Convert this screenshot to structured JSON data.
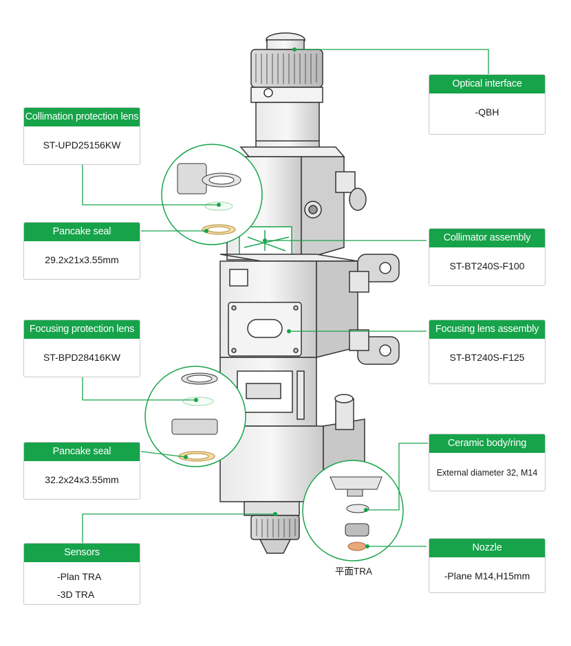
{
  "callouts": {
    "optical": {
      "title": "Optical interface",
      "lines": [
        "-QBH"
      ]
    },
    "collimation_lens": {
      "title": "Collimation protection lens",
      "lines": [
        "ST-UPD25156KW"
      ]
    },
    "pancake_seal_1": {
      "title": "Pancake seal",
      "lines": [
        "29.2x21x3.55mm"
      ]
    },
    "collimator": {
      "title": "Collimator assembly",
      "lines": [
        "ST-BT240S-F100"
      ]
    },
    "focusing_lens": {
      "title": "Focusing protection lens",
      "lines": [
        "ST-BPD28416KW"
      ]
    },
    "focusing_assembly": {
      "title": "Focusing lens assembly",
      "lines": [
        "ST-BT240S-F125"
      ]
    },
    "pancake_seal_2": {
      "title": "Pancake seal",
      "lines": [
        "32.2x24x3.55mm"
      ]
    },
    "ceramic": {
      "title": "Ceramic body/ring",
      "lines": [
        "External diameter 32, M14"
      ]
    },
    "sensors": {
      "title": "Sensors",
      "lines": [
        "-Plan TRA",
        "-3D TRA"
      ]
    },
    "nozzle": {
      "title": "Nozzle",
      "lines": [
        "-Plane M14,H15mm"
      ]
    }
  },
  "caption": "平面TRA",
  "colors": {
    "accent": "#16a34a",
    "line": "#16a34a",
    "metal": "#d9d9d9",
    "seal": "#e8c77a",
    "copper": "#d4916a"
  }
}
